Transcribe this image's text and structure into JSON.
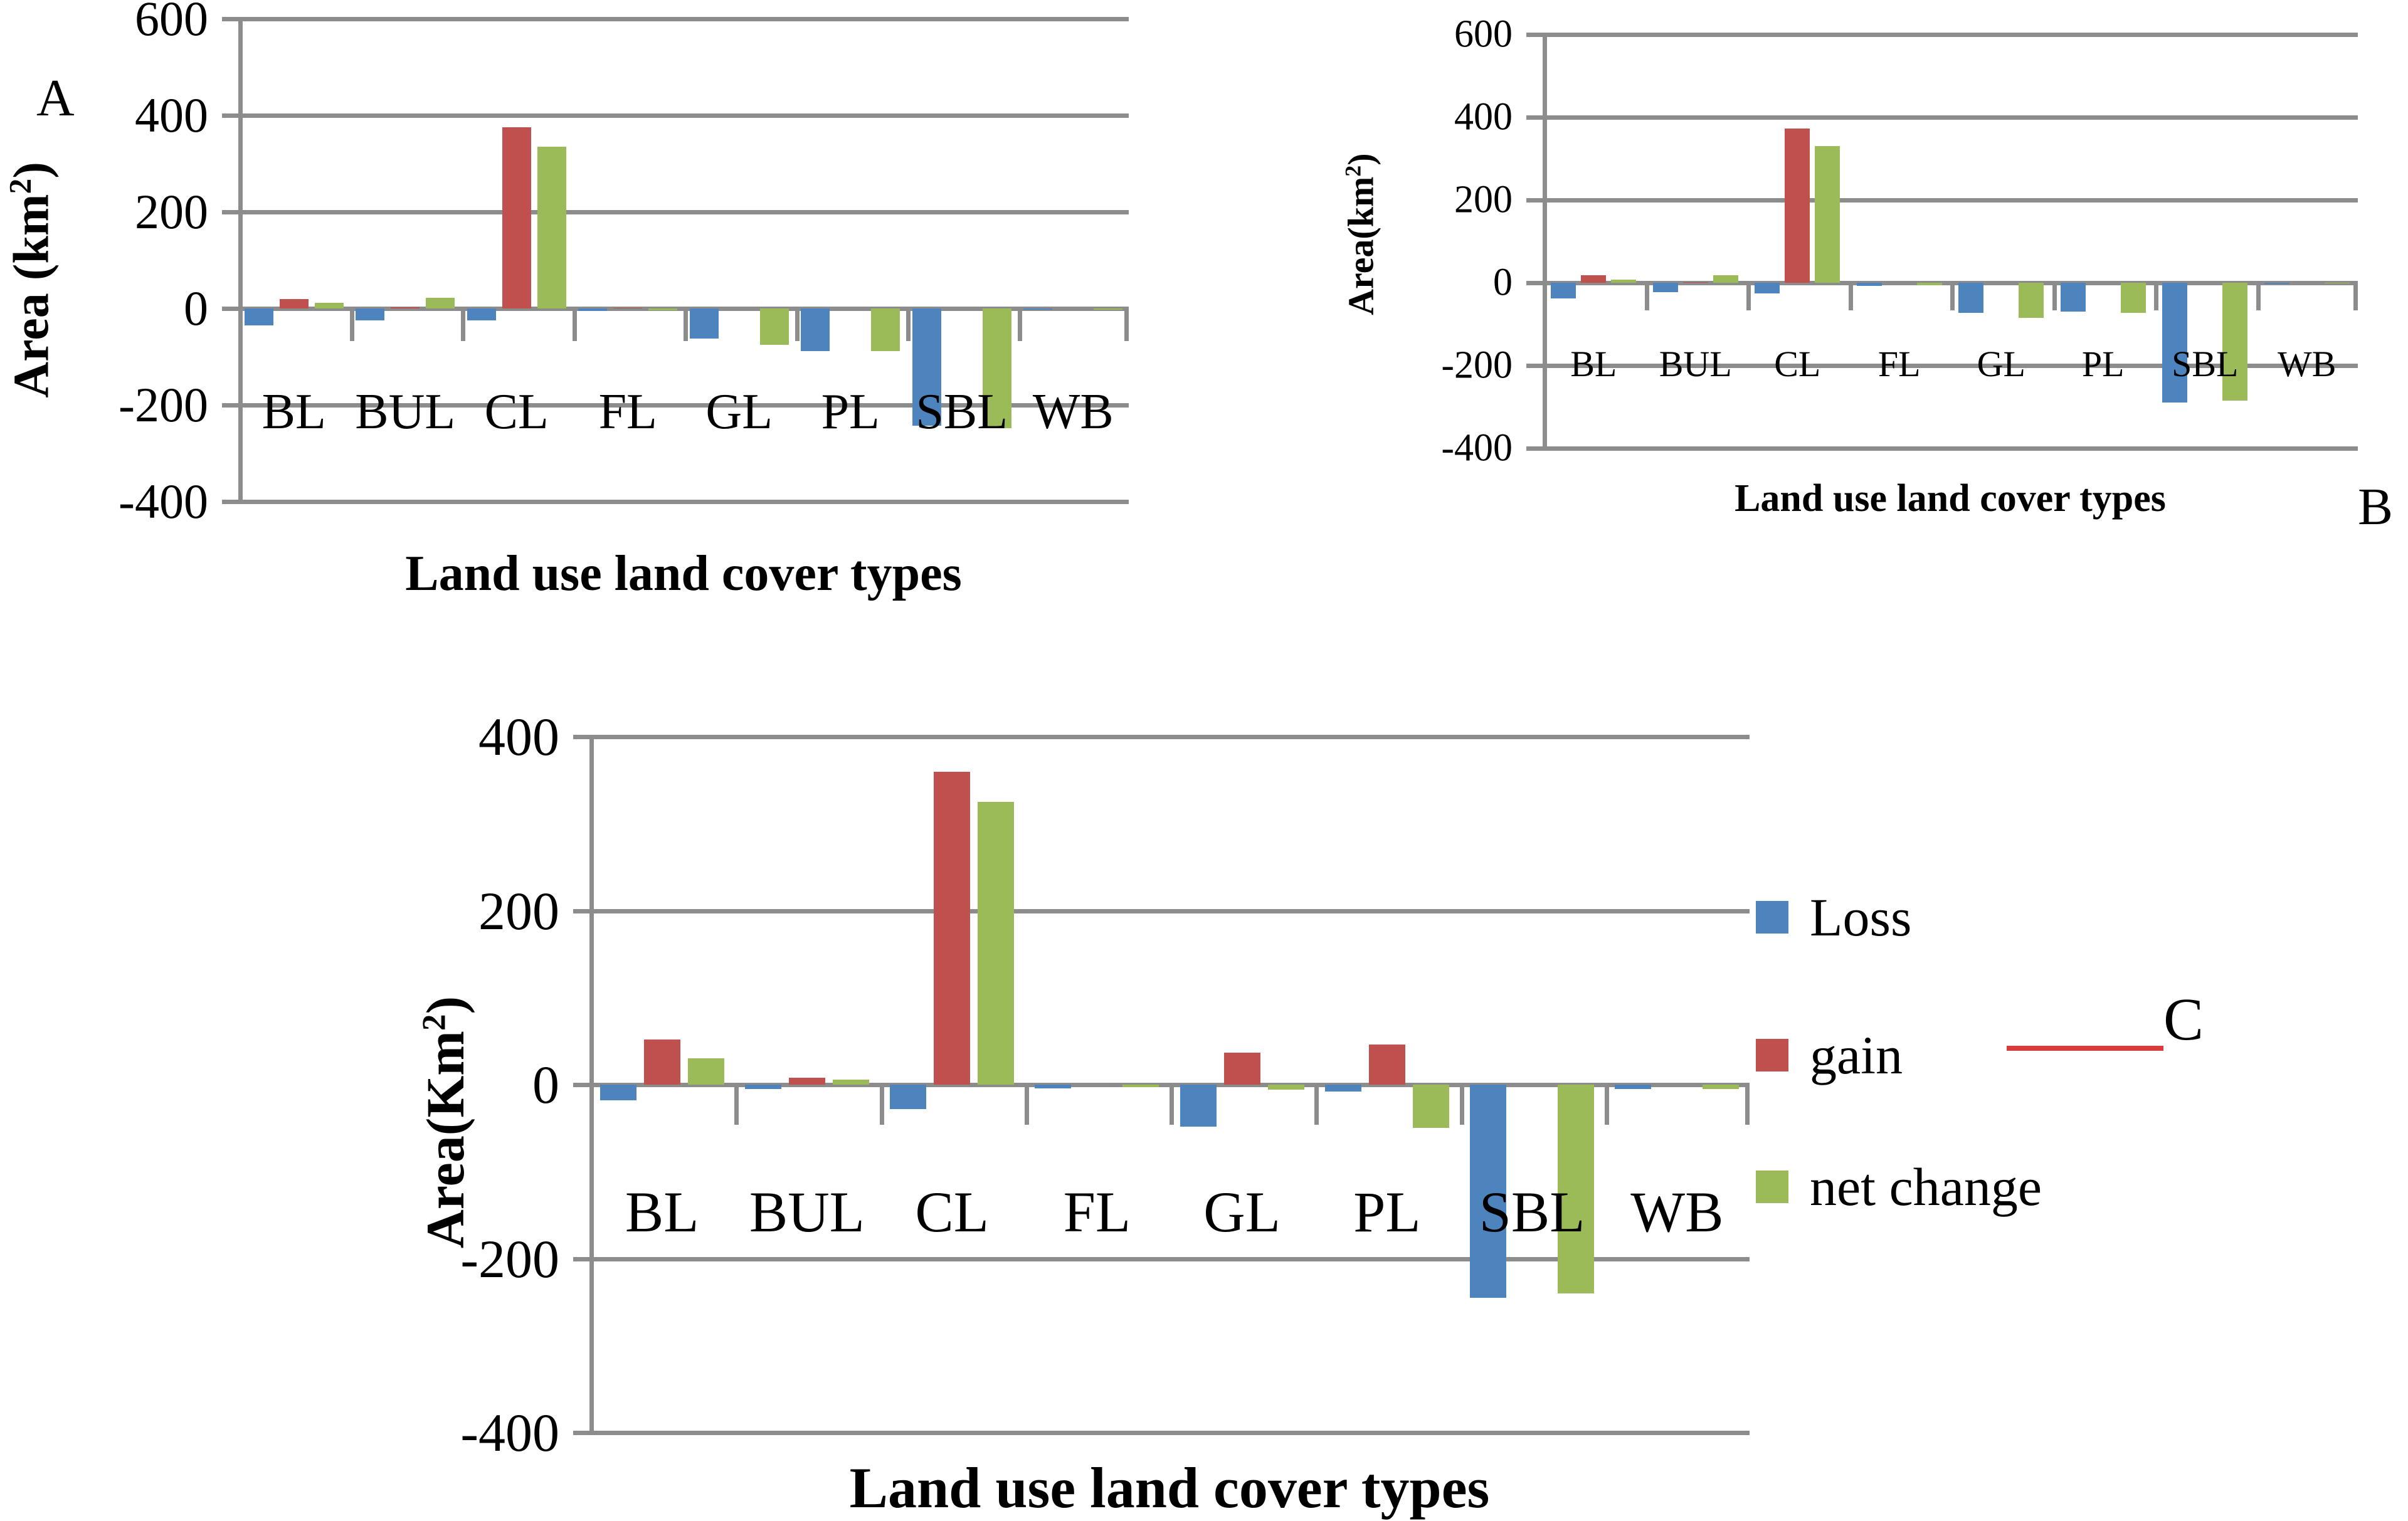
{
  "figure": {
    "panels": [
      {
        "letter": "A",
        "axis_title_x": "Land use land cover types",
        "axis_title_y": "Area (km",
        "axis_title_y_sup": "2",
        "axis_title_y_tail": ")"
      },
      {
        "letter": "B",
        "axis_title_x": "Land use land cover types",
        "axis_title_y": "Area(km",
        "axis_title_y_sup": "2",
        "axis_title_y_tail": ")"
      },
      {
        "letter": "C",
        "axis_title_x": "Land use land cover types",
        "axis_title_y": "Area(Km",
        "axis_title_y_sup": "2",
        "axis_title_y_tail": ")"
      }
    ],
    "legend": {
      "items": [
        {
          "label": "Loss",
          "color": "#4d84be"
        },
        {
          "label": "gain",
          "color": "#c0504d"
        },
        {
          "label": "net change",
          "color": "#9bbb59"
        }
      ],
      "rule_color": "#d93b3b"
    },
    "colors": {
      "loss": "#4d84be",
      "gain": "#c0504d",
      "net_change": "#9bbb59",
      "grid": "#8c8c8c",
      "text": "#000000"
    }
  },
  "chart_data": [
    {
      "type": "bar",
      "panel": "A",
      "title": "",
      "xlabel": "Land use land cover types",
      "ylabel": "Area (km2)",
      "ylim": [
        -400,
        600
      ],
      "yticks": [
        "600",
        "400",
        "200",
        "0",
        "-200",
        "-400"
      ],
      "ytick_values": [
        600,
        400,
        200,
        0,
        -200,
        -400
      ],
      "grid": true,
      "legend_position": "none",
      "categories": [
        "BL",
        "BUL",
        "CL",
        "FL",
        "GL",
        "PL",
        "SBL",
        "WB"
      ],
      "series": [
        {
          "name": "Loss",
          "values": [
            -35,
            -25,
            -25,
            -5,
            -62,
            -88,
            -243,
            -3
          ]
        },
        {
          "name": "gain",
          "values": [
            20,
            2,
            375,
            1,
            0,
            0,
            0,
            0
          ]
        },
        {
          "name": "net change",
          "values": [
            12,
            22,
            335,
            -4,
            -75,
            -88,
            -248,
            -2
          ]
        }
      ]
    },
    {
      "type": "bar",
      "panel": "B",
      "title": "",
      "xlabel": "Land use land cover types",
      "ylabel": "Area(km2)",
      "ylim": [
        -400,
        600
      ],
      "yticks": [
        "600",
        "400",
        "200",
        "0",
        "-200",
        "-400"
      ],
      "ytick_values": [
        600,
        400,
        200,
        0,
        -200,
        -400
      ],
      "grid": true,
      "legend_position": "none",
      "categories": [
        "BL",
        "BUL",
        "CL",
        "FL",
        "GL",
        "PL",
        "SBL",
        "WB"
      ],
      "series": [
        {
          "name": "Loss",
          "values": [
            -38,
            -22,
            -25,
            -8,
            -72,
            -70,
            -290,
            -3
          ]
        },
        {
          "name": "gain",
          "values": [
            18,
            1,
            372,
            0,
            0,
            0,
            0,
            0
          ]
        },
        {
          "name": "net change",
          "values": [
            7,
            18,
            330,
            -6,
            -85,
            -72,
            -285,
            -2
          ]
        }
      ]
    },
    {
      "type": "bar",
      "panel": "C",
      "title": "",
      "xlabel": "Land use land cover types",
      "ylabel": "Area(Km2)",
      "ylim": [
        -400,
        400
      ],
      "yticks": [
        "400",
        "200",
        "0",
        "-200",
        "-400"
      ],
      "ytick_values": [
        400,
        200,
        0,
        -200,
        -400
      ],
      "grid": true,
      "legend_position": "right",
      "categories": [
        "BL",
        "BUL",
        "CL",
        "FL",
        "GL",
        "PL",
        "SBL",
        "WB"
      ],
      "series": [
        {
          "name": "Loss",
          "values": [
            -18,
            -5,
            -28,
            -4,
            -48,
            -8,
            -245,
            -5
          ]
        },
        {
          "name": "gain",
          "values": [
            52,
            8,
            360,
            0,
            37,
            46,
            0,
            0
          ]
        },
        {
          "name": "net change",
          "values": [
            30,
            6,
            325,
            -3,
            -6,
            -50,
            -240,
            -5
          ]
        }
      ]
    }
  ]
}
